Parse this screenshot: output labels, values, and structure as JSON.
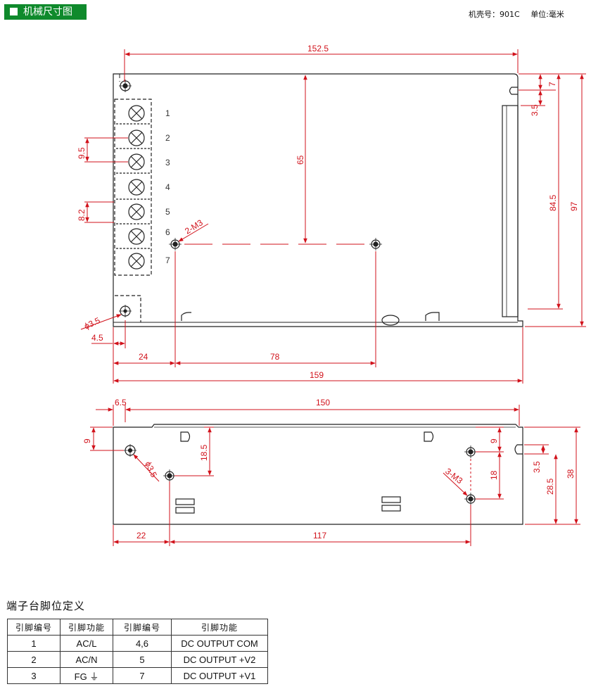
{
  "header": {
    "title": "机械尺寸图"
  },
  "model": {
    "case_label": "机壳号：901C",
    "unit_label": "单位:毫米"
  },
  "top_view": {
    "dims": {
      "overall_length_top": "152.5",
      "height_65": "65",
      "right_7": "7",
      "right_3_5": "3.5",
      "right_84_5": "84.5",
      "right_97": "97",
      "pitch_9_5": "9.5",
      "pitch_8_2": "8.2",
      "hole_2m3": "2-M3",
      "hole_dia": "ϕ3.5",
      "left_4_5": "4.5",
      "bottom_24": "24",
      "bottom_78": "78",
      "overall_159": "159"
    },
    "terminal_numbers": [
      "1",
      "2",
      "3",
      "4",
      "5",
      "6",
      "7"
    ]
  },
  "side_view": {
    "dims": {
      "left_6_5": "6.5",
      "top_150": "150",
      "left_9": "9",
      "hole_dia": "ϕ3.5",
      "height_18_5": "18.5",
      "right_9": "9",
      "hole_3m3": "3-M3",
      "height_18": "18",
      "right_3_5": "3.5",
      "height_28_5": "28.5",
      "height_38": "38",
      "bottom_22": "22",
      "bottom_117": "117"
    }
  },
  "pin_table": {
    "title": "端子台脚位定义",
    "headers": [
      "引脚编号",
      "引脚功能",
      "引脚编号",
      "引脚功能"
    ],
    "rows": [
      [
        "1",
        "AC/L",
        "4,6",
        "DC OUTPUT COM"
      ],
      [
        "2",
        "AC/N",
        "5",
        "DC OUTPUT +V2"
      ],
      [
        "3",
        "FG ⏚",
        "7",
        "DC OUTPUT +V1"
      ]
    ]
  },
  "colors": {
    "header_bg": "#0f8a2c",
    "dimension": "#d1121b",
    "outline": "#222222"
  }
}
